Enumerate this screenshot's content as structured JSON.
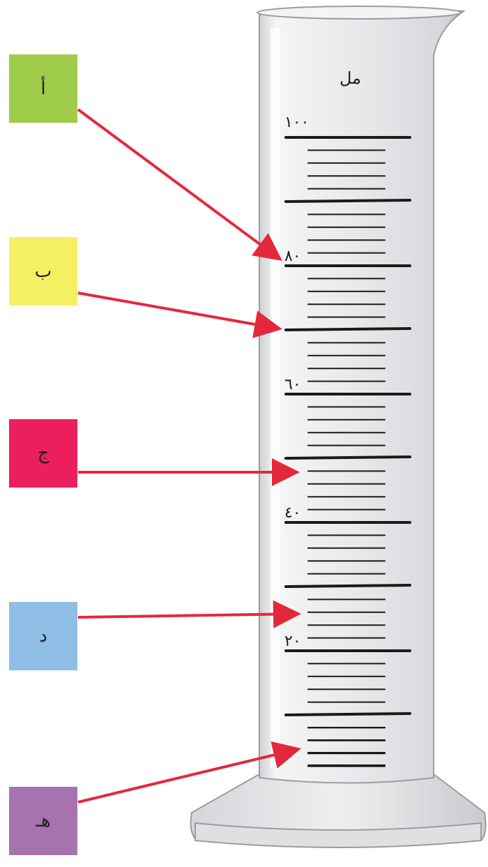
{
  "cylinder": {
    "unit": "مل",
    "scale_labels": [
      "١٠٠",
      "٨٠",
      "٦٠",
      "٤٠",
      "٢٠"
    ]
  },
  "labels": [
    {
      "text": "أ",
      "color": "#9fcc4a"
    },
    {
      "text": "ب",
      "color": "#f5ef62"
    },
    {
      "text": "ج",
      "color": "#eb1f5e"
    },
    {
      "text": "د",
      "color": "#8ebde6"
    },
    {
      "text": "هـ",
      "color": "#a772b0"
    }
  ],
  "colors": {
    "arrow": "#e4283c",
    "glass": "#e8e9eb",
    "glass_edge": "#9a9c9f",
    "tick": "#1a1a1a"
  }
}
